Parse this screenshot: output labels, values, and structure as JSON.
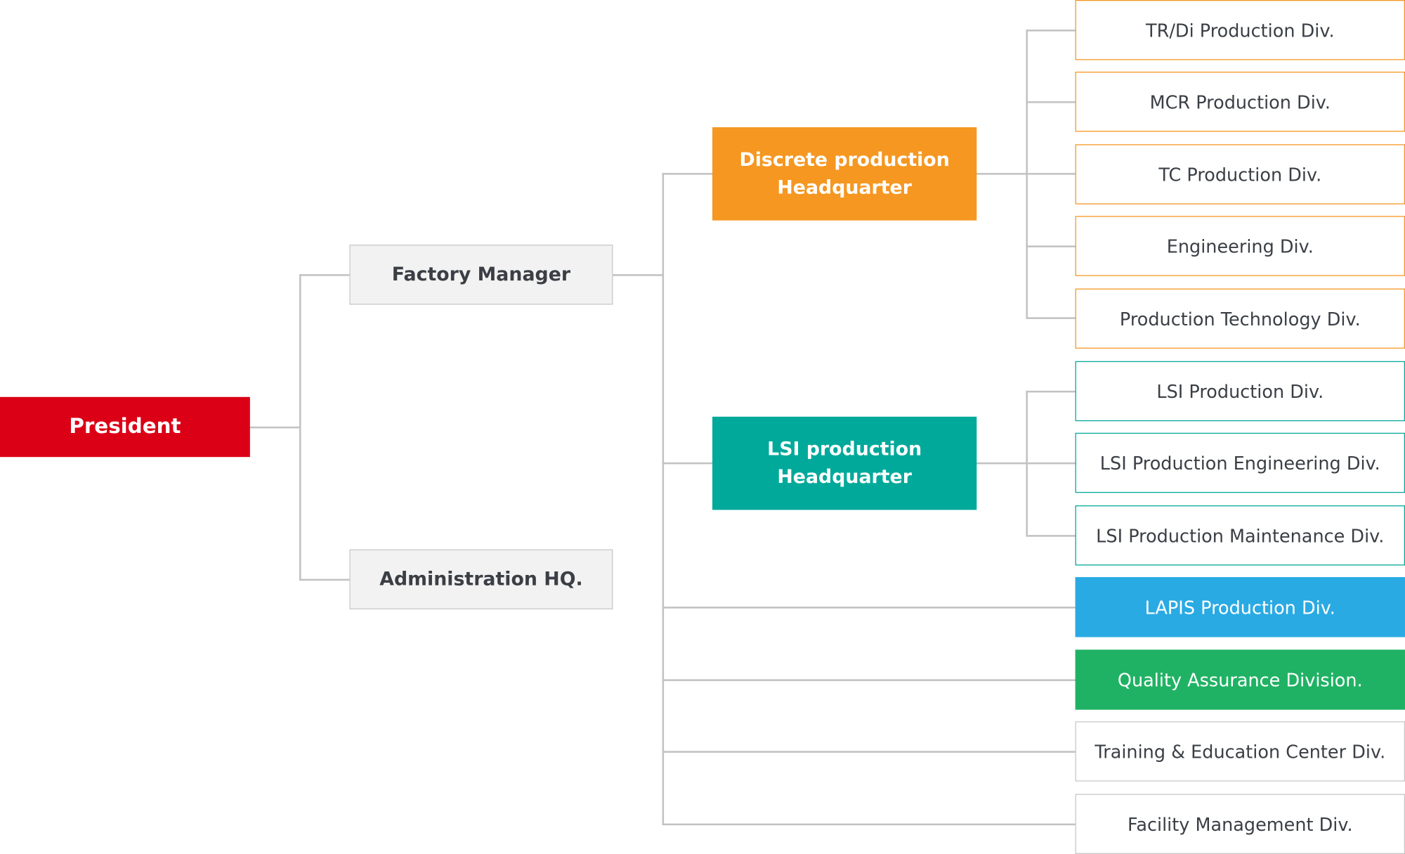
{
  "president": "President",
  "managers": {
    "factory_manager": "Factory Manager",
    "administration": "Administration HQ."
  },
  "headquarters": {
    "discrete": [
      "Discrete production",
      "Headquarter"
    ],
    "lsi": [
      "LSI production",
      "Headquarter"
    ]
  },
  "divisions": {
    "discrete": [
      "TR/Di Production Div.",
      "MCR Production Div.",
      "TC Production Div.",
      "Engineering Div.",
      "Production Technology Div."
    ],
    "lsi": [
      "LSI Production Div.",
      "LSI Production Engineering Div.",
      "LSI Production Maintenance Div."
    ],
    "direct": [
      "LAPIS Production Div.",
      "Quality Assurance Division.",
      "Training & Education Center Div.",
      "Facility Management Div."
    ]
  },
  "colors": {
    "president": "#db0016",
    "discrete": "#f59721",
    "lsi": "#01a99a",
    "lapis": "#2aaae3",
    "quality": "#20b264",
    "connector": "#c2c2c2"
  }
}
